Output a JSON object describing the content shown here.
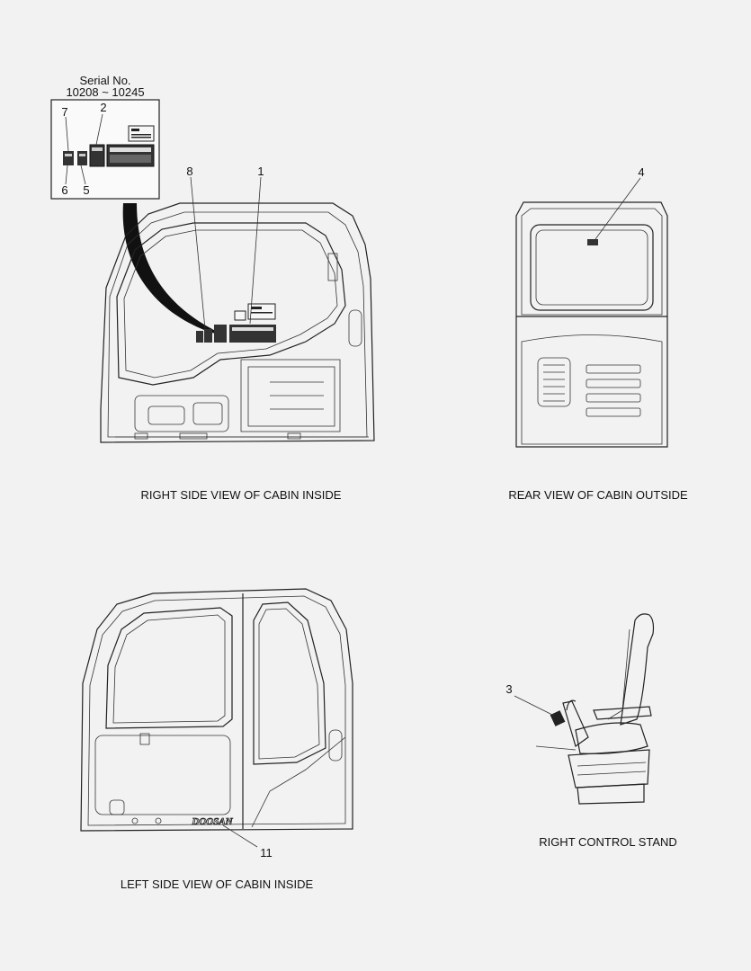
{
  "serial": {
    "title": "Serial No.",
    "range": "10208 ~ 10245"
  },
  "callouts": {
    "c1": "1",
    "c2": "2",
    "c3": "3",
    "c4": "4",
    "c5": "5",
    "c6": "6",
    "c7": "7",
    "c8": "8",
    "c11": "11"
  },
  "logo_text": "DOOSAN",
  "captions": {
    "right_side_inside": "RIGHT SIDE VIEW OF CABIN INSIDE",
    "rear_outside": "REAR VIEW OF CABIN OUTSIDE",
    "left_side_inside": "LEFT SIDE VIEW OF CABIN INSIDE",
    "right_control_stand": "RIGHT CONTROL STAND"
  }
}
